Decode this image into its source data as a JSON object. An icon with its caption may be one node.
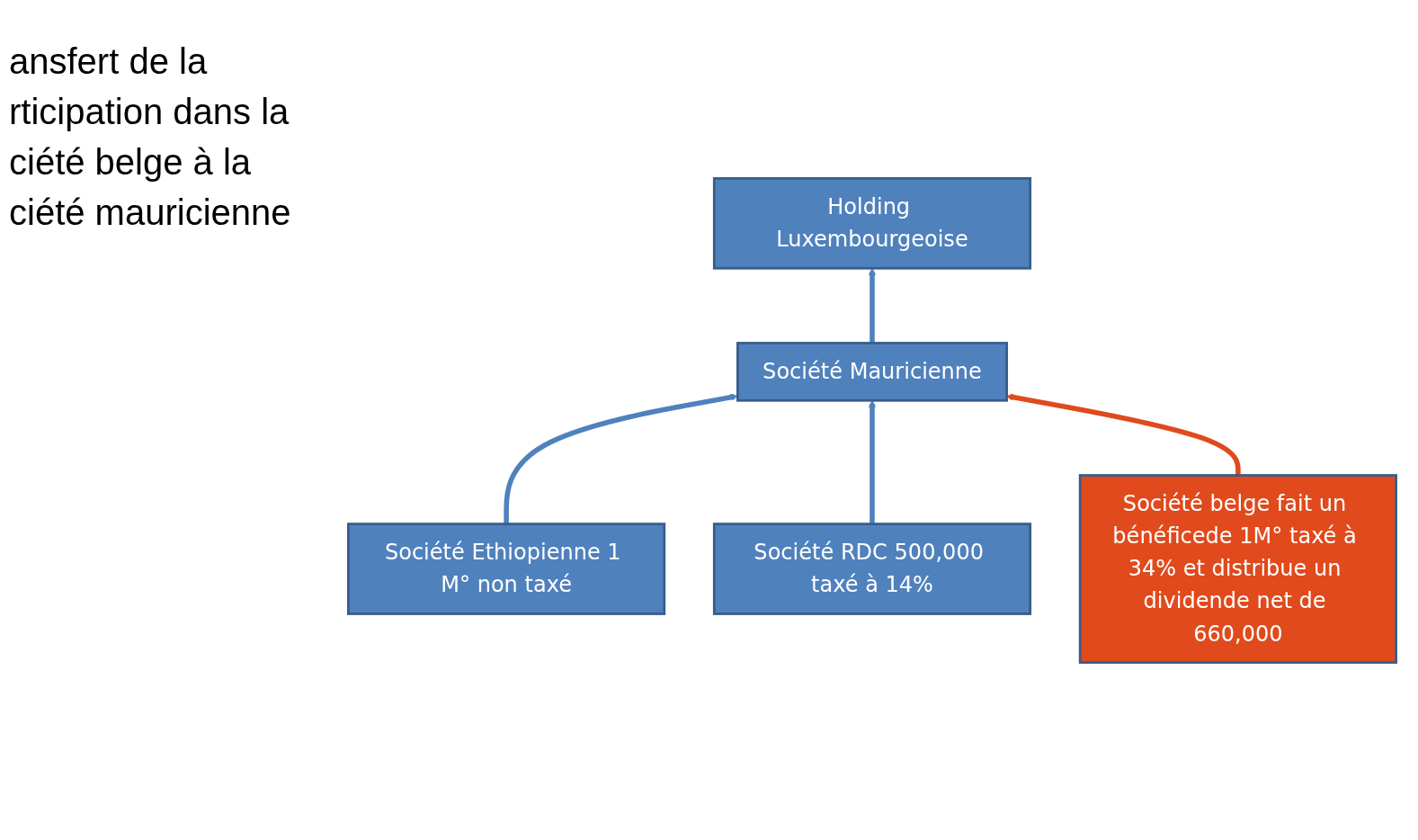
{
  "diagram": {
    "nodes": [
      {
        "text": [
          "Holding Luxembourgeoise"
        ]
      },
      {
        "text": [
          "Société Mauricienne"
        ]
      },
      {
        "text": [
          "Société Ethiopienne 1 M° non taxé"
        ]
      },
      {
        "text": [
          "Société RDC 500,000 taxé à 14%"
        ]
      },
      {
        "text": [
          "Société belge fait un bénéficede 1M° taxé à 34% et distribue un dividende net de 660,000"
        ]
      }
    ],
    "edges": [
      {
        "from": 1,
        "to": 0,
        "arrow": "to"
      },
      {
        "from": 2,
        "to": 1,
        "arrow": "to"
      },
      {
        "from": 3,
        "to": 1,
        "arrow": "to"
      },
      {
        "from": 4,
        "to": 1,
        "arrow": "to",
        "color": "#e04a1c"
      }
    ],
    "labels": [
      "ansfert de la rticipation dans la ciété belge à la ciété mauricienne"
    ]
  }
}
